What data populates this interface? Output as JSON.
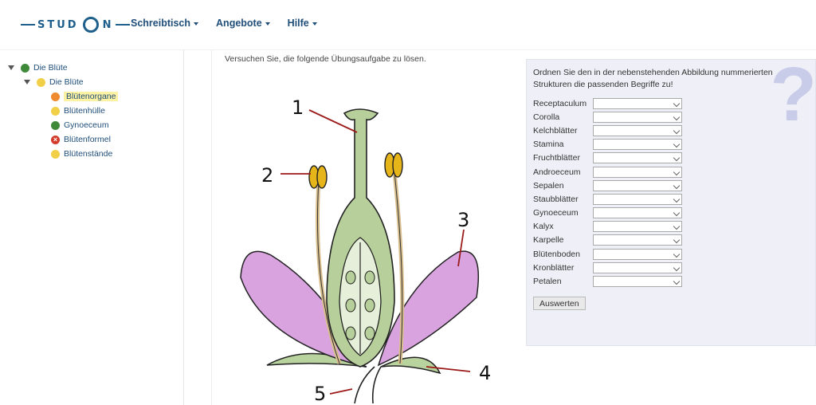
{
  "header": {
    "logo_text_left": "STUD",
    "logo_text_right": "N",
    "nav": [
      {
        "label": "Schreibtisch"
      },
      {
        "label": "Angebote"
      },
      {
        "label": "Hilfe"
      }
    ]
  },
  "tree": {
    "root": {
      "label": "Die Blüte",
      "color": "#3f8a3a"
    },
    "child": {
      "label": "Die Blüte",
      "color": "#f1d048"
    },
    "items": [
      {
        "label": "Blütenorgane",
        "color": "#ef8a2e",
        "selected": true
      },
      {
        "label": "Blütenhülle",
        "color": "#f1d048"
      },
      {
        "label": "Gynoeceum",
        "color": "#3f8a3a"
      },
      {
        "label": "Blütenformel",
        "color": "#d23a2a",
        "icon": "x-circle-icon"
      },
      {
        "label": "Blütenstände",
        "color": "#f1d048"
      }
    ]
  },
  "main": {
    "intro": "Versuchen Sie, die folgende Übungsaufgabe zu lösen.",
    "figure_labels": [
      "1",
      "2",
      "3",
      "4",
      "5"
    ]
  },
  "panel": {
    "question_mark": "?",
    "instruction": "Ordnen Sie den in der nebenstehenden Abbildung nummerierten Strukturen die passenden Begriffe zu!",
    "terms": [
      "Receptaculum",
      "Corolla",
      "Kelchblätter",
      "Stamina",
      "Fruchtblätter",
      "Androeceum",
      "Sepalen",
      "Staubblätter",
      "Gynoeceum",
      "Kalyx",
      "Karpelle",
      "Blütenboden",
      "Kronblätter",
      "Petalen"
    ],
    "submit_label": "Auswerten"
  },
  "colors": {
    "brand": "#1f5f8b",
    "petal": "#d9a3e0",
    "pistil": "#b7cf9a",
    "anther": "#e6b51a"
  }
}
